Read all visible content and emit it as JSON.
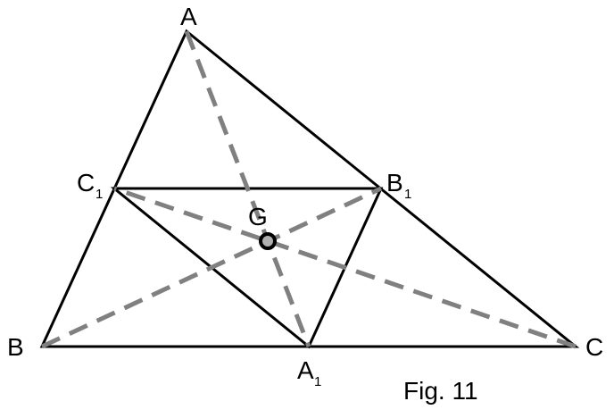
{
  "labels": {
    "A": "A",
    "B": "B",
    "C": "C",
    "A1": "A",
    "A1_sub": "1",
    "B1": "B",
    "B1_sub": "1",
    "C1": "C",
    "C1_sub": "1",
    "G": "G"
  },
  "caption": "Fig. 11",
  "colors": {
    "solid": "#000000",
    "dashed": "#808080",
    "centroid_fill": "#b0b0b0"
  }
}
